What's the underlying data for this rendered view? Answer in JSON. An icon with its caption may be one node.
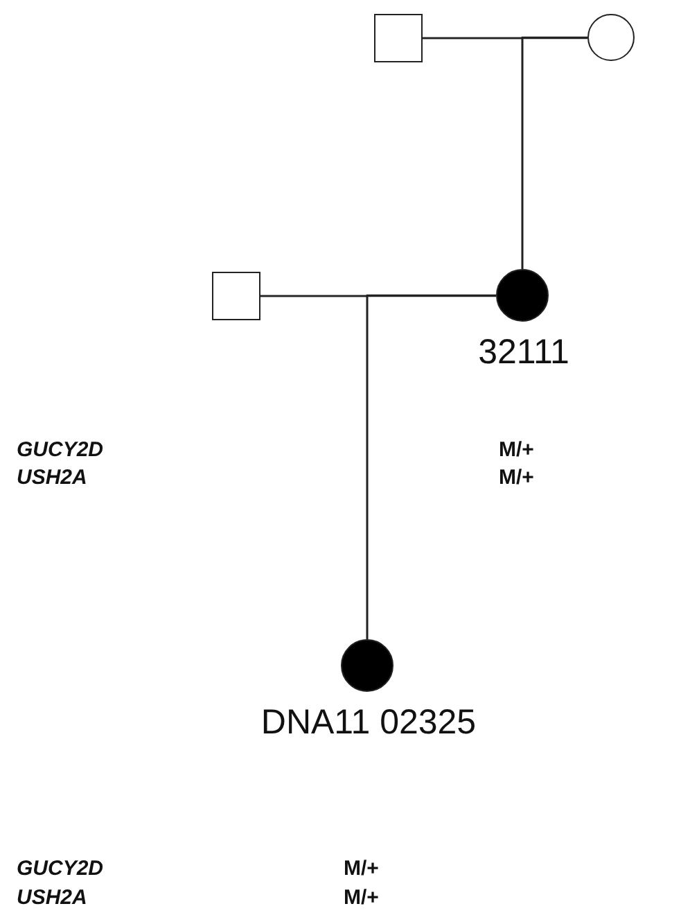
{
  "diagram": {
    "nodes": [
      {
        "text": [],
        "shape": "box"
      },
      {
        "text": [],
        "shape": "circle"
      },
      {
        "text": [],
        "shape": "box"
      },
      {
        "text": [],
        "shape": "circle",
        "beside": [
          "32111"
        ]
      },
      {
        "text": [],
        "shape": "circle",
        "beside": [
          "DNA11 02325"
        ]
      }
    ],
    "edges": [
      {
        "from": 0,
        "to": 1,
        "arrow": "none"
      },
      {
        "from": 0,
        "to": 3,
        "arrow": "none"
      },
      {
        "from": 1,
        "to": 3,
        "arrow": "none"
      },
      {
        "from": 2,
        "to": 3,
        "arrow": "none"
      },
      {
        "from": 2,
        "to": 4,
        "arrow": "none"
      },
      {
        "from": 3,
        "to": 4,
        "arrow": "none"
      }
    ],
    "labels": [
      "GUCY2D",
      "M/+",
      "USH2A",
      "M/+",
      "GUCY2D",
      "M/+",
      "USH2A",
      "M/+"
    ]
  }
}
